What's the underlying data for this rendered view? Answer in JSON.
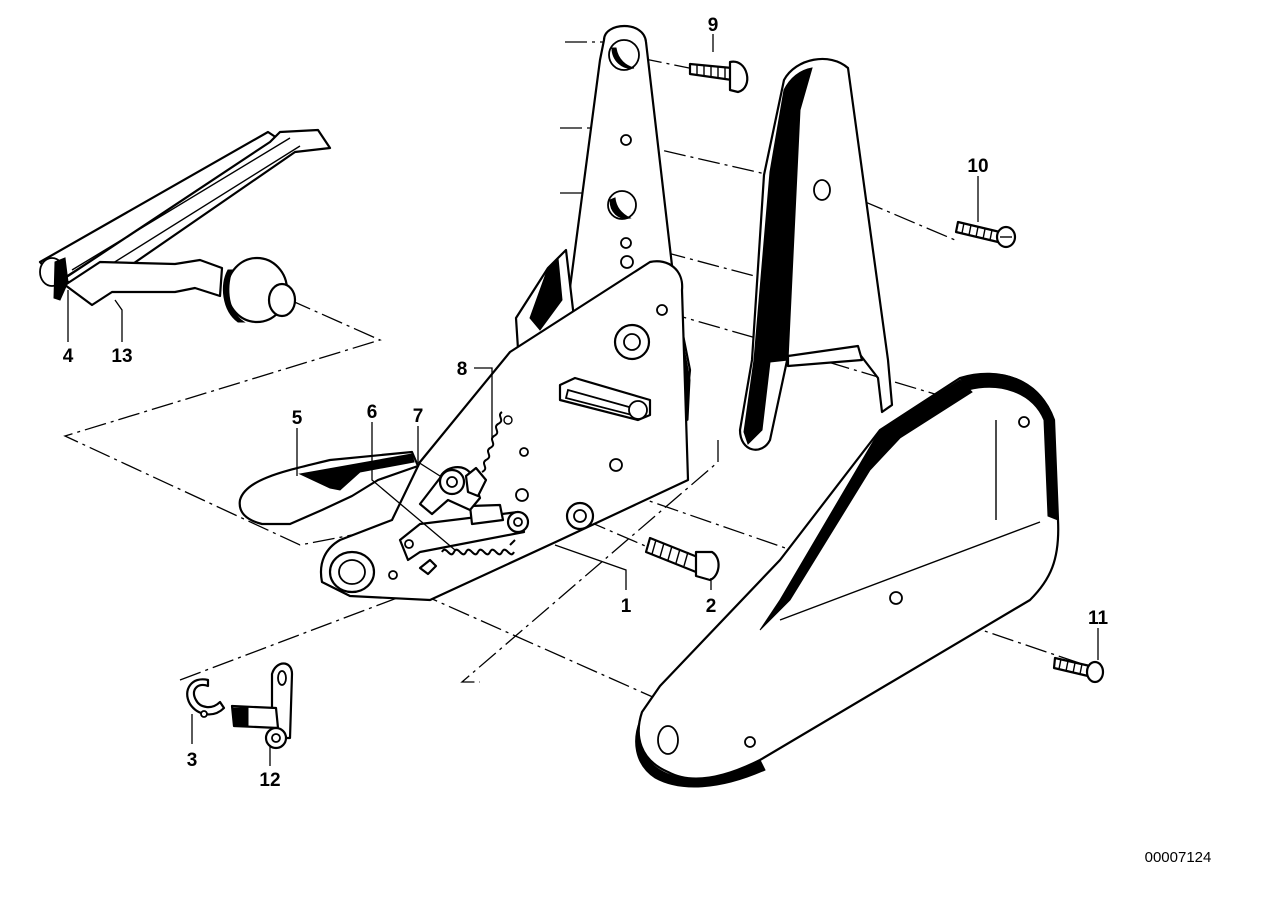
{
  "diagram": {
    "callouts": [
      {
        "id": "1",
        "text": "1"
      },
      {
        "id": "2",
        "text": "2"
      },
      {
        "id": "3",
        "text": "3"
      },
      {
        "id": "4",
        "text": "4"
      },
      {
        "id": "5",
        "text": "5"
      },
      {
        "id": "6",
        "text": "6"
      },
      {
        "id": "7",
        "text": "7"
      },
      {
        "id": "8",
        "text": "8"
      },
      {
        "id": "9",
        "text": "9"
      },
      {
        "id": "10",
        "text": "10"
      },
      {
        "id": "11",
        "text": "11"
      },
      {
        "id": "12",
        "text": "12"
      },
      {
        "id": "13",
        "text": "13"
      }
    ],
    "catalog_number": "00007124"
  }
}
